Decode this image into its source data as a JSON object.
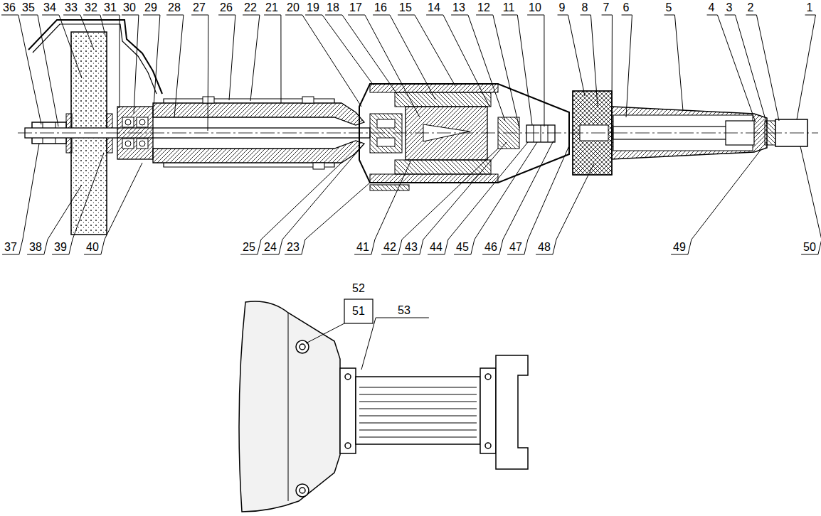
{
  "diagram": {
    "labels": [
      "36",
      "35",
      "34",
      "33",
      "32",
      "31",
      "30",
      "29",
      "28",
      "27",
      "26",
      "22",
      "21",
      "20",
      "19",
      "18",
      "17",
      "16",
      "15",
      "14",
      "13",
      "12",
      "11",
      "10",
      "9",
      "8",
      "7",
      "6",
      "5",
      "4",
      "3",
      "2",
      "1",
      "37",
      "38",
      "39",
      "40",
      "25",
      "24",
      "23",
      "41",
      "42",
      "43",
      "44",
      "45",
      "46",
      "47",
      "48",
      "49",
      "50",
      "52",
      "51",
      "53"
    ]
  }
}
